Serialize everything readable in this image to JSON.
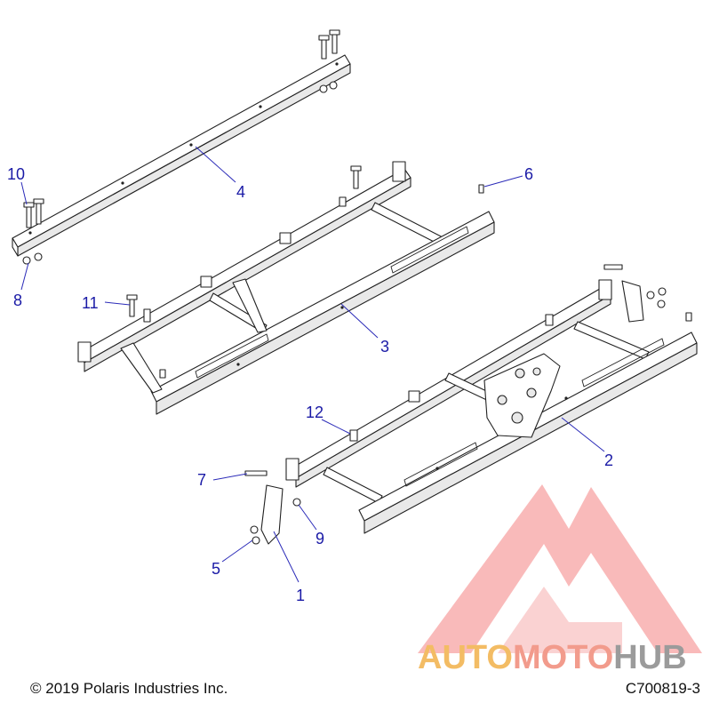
{
  "callouts": [
    {
      "id": "1",
      "label": "1"
    },
    {
      "id": "2",
      "label": "2"
    },
    {
      "id": "3",
      "label": "3"
    },
    {
      "id": "4",
      "label": "4"
    },
    {
      "id": "5",
      "label": "5"
    },
    {
      "id": "6",
      "label": "6"
    },
    {
      "id": "7",
      "label": "7"
    },
    {
      "id": "8",
      "label": "8"
    },
    {
      "id": "9",
      "label": "9"
    },
    {
      "id": "10",
      "label": "10"
    },
    {
      "id": "11",
      "label": "11"
    },
    {
      "id": "12",
      "label": "12"
    }
  ],
  "footer": {
    "copyright": "© 2019 Polaris Industries Inc.",
    "diagram_code": "C700819-3"
  },
  "watermark": {
    "text_auto": "AUTO",
    "text_moto": "MOTO",
    "text_hub": "HUB",
    "colors": {
      "auto": "#f2b14a",
      "moto": "#f08a78",
      "hub": "#8a8a8a",
      "triangle": "#f26b6b"
    }
  },
  "colors": {
    "callout_text": "#1a1aa6",
    "line_art": "#222222"
  }
}
